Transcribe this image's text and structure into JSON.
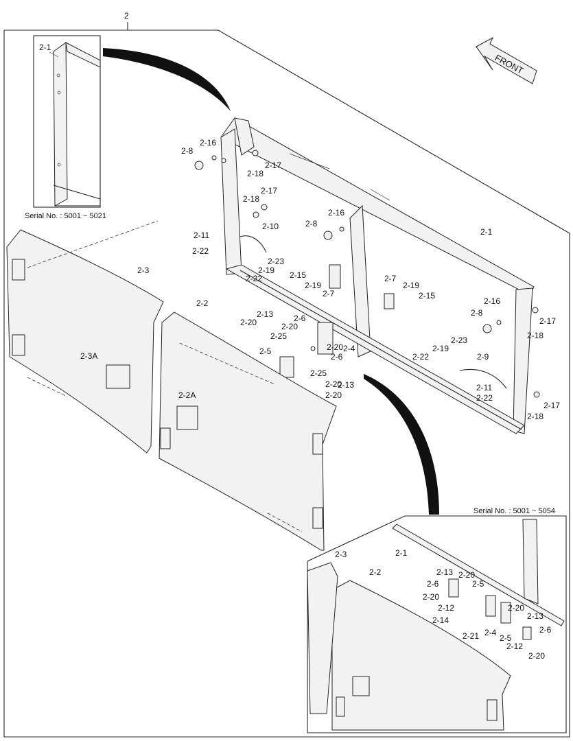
{
  "assembly_number": "2",
  "front_arrow": {
    "label": "FRONT",
    "icon": "front-arrow-icon"
  },
  "inset_top": {
    "serial": "Serial No. : 5001 ~ 5021",
    "labels": [
      "2-1"
    ]
  },
  "inset_bottom": {
    "serial": "Serial No. : 5001 ~ 5054",
    "labels": [
      "2-1",
      "2-3",
      "2-2",
      "2-13",
      "2-20",
      "2-5",
      "2-6",
      "2-20",
      "2-12",
      "2-14",
      "2-21",
      "2-4",
      "2-20",
      "2-13",
      "2-5",
      "2-6",
      "2-12",
      "2-20"
    ]
  },
  "callouts": [
    "2-16",
    "2-8",
    "2-17",
    "2-18",
    "2-17",
    "2-18",
    "2-16",
    "2-8",
    "2-10",
    "2-11",
    "2-22",
    "2-23",
    "2-19",
    "2-22",
    "2-15",
    "2-19",
    "2-7",
    "2-7",
    "2-19",
    "2-15",
    "2-1",
    "2-16",
    "2-8",
    "2-17",
    "2-18",
    "2-3",
    "2-2",
    "2-13",
    "2-20",
    "2-6",
    "2-20",
    "2-25",
    "2-4",
    "2-5",
    "2-20",
    "2-6",
    "2-25",
    "2-20",
    "2-13",
    "2-20",
    "2-3A",
    "2-2A",
    "2-23",
    "2-19",
    "2-22",
    "2-9",
    "2-11",
    "2-22",
    "2-17",
    "2-18"
  ]
}
